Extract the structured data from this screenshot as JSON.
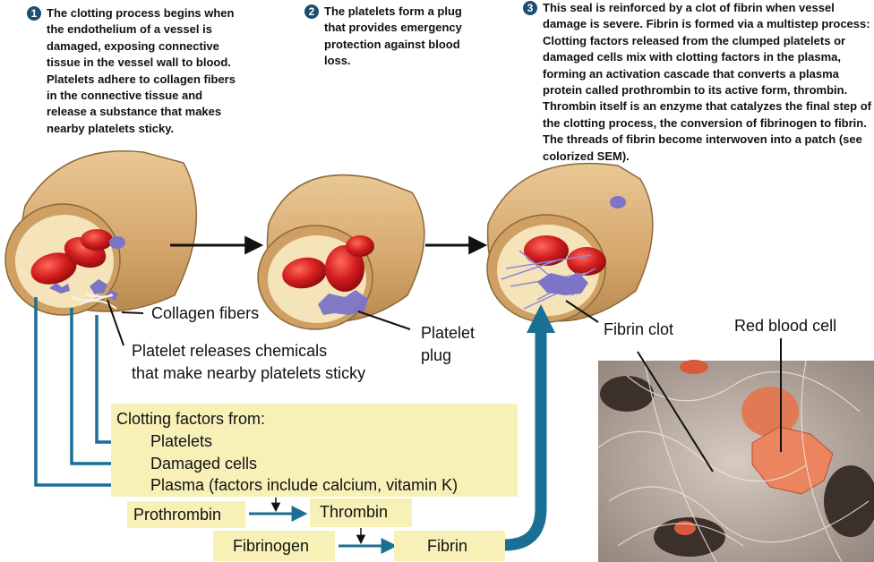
{
  "steps": [
    {
      "num": "1",
      "text": "The clotting process begins when the endothelium  of a vessel is damaged, exposing connective tissue in the vessel wall to blood. Platelets adhere to collagen fibers in the connective tissue and release a substance that makes nearby platelets sticky."
    },
    {
      "num": "2",
      "text": "The platelets form a plug that provides emergency protection against blood loss."
    },
    {
      "num": "3",
      "text": "This seal is reinforced by a clot of fibrin when vessel damage is severe. Fibrin is formed via a multistep process: Clotting factors released from the clumped platelets or damaged cells mix with clotting factors in the plasma, forming an activation cascade that converts a plasma protein called prothrombin to its active form, thrombin. Thrombin itself is an enzyme that catalyzes the final step of the clotting process, the conversion of fibrinogen to fibrin. The threads of fibrin become interwoven into a patch (see colorized SEM)."
    }
  ],
  "labels": {
    "collagen": "Collagen fibers",
    "platelet_release_1": "Platelet releases chemicals",
    "platelet_release_2": "that make nearby platelets sticky",
    "plug_1": "Platelet",
    "plug_2": "plug",
    "fibrin_clot": "Fibrin clot",
    "rbc": "Red blood cell"
  },
  "clotting": {
    "header": "Clotting factors from:",
    "items": [
      "Platelets",
      "Damaged cells",
      "Plasma (factors include calcium, vitamin K)"
    ]
  },
  "cascade": {
    "prothrombin": "Prothrombin",
    "thrombin": "Thrombin",
    "fibrinogen": "Fibrinogen",
    "fibrin": "Fibrin"
  },
  "colors": {
    "arrow_blue": "#1a6f95",
    "box_yellow": "#f7f1b8",
    "vessel_tan": "#d8ad72",
    "red_cell": "#c8171b",
    "platelet_purple": "#7b74c7",
    "number_badge": "#1a4f72"
  }
}
